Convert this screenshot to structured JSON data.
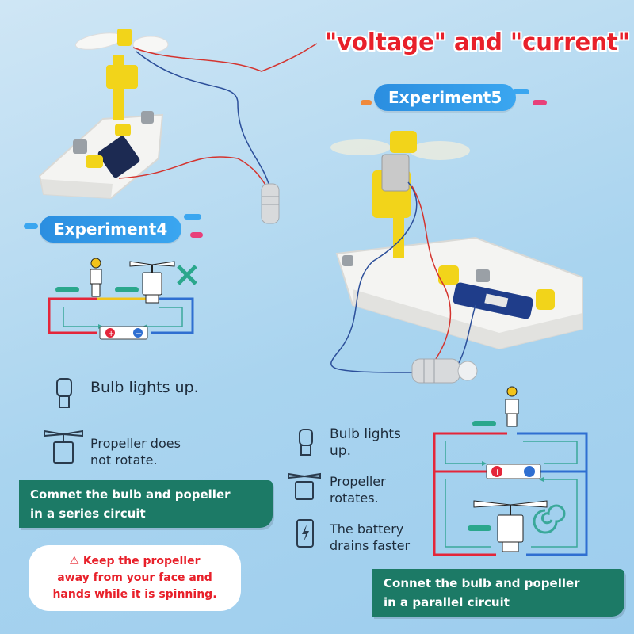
{
  "title": "\"voltage\" and \"current\"",
  "experiment5": {
    "label": "Experiment5"
  },
  "experiment4": {
    "label": "Experiment4"
  },
  "series_legend": {
    "bulb_text": "Bulb lights up.",
    "propeller_text_line1": "Propeller does",
    "propeller_text_line2": "not rotate."
  },
  "series_banner": {
    "line1": "Comnet the bulb and popeller",
    "line2": "in a series circuit"
  },
  "warning": {
    "line1": "Keep the propeller",
    "line2": "away from your face and",
    "line3": "hands while it is spinning."
  },
  "parallel_legend": {
    "bulb_text": "Bulb lights up.",
    "propeller_text": "Propeller rotates.",
    "battery_text_line1": "The battery",
    "battery_text_line2": "drains faster"
  },
  "parallel_banner": {
    "line1": "Connet the bulb and popeller",
    "line2": "in a parallel circuit"
  },
  "colors": {
    "red_wire": "#e4263a",
    "blue_wire": "#2f6fd1",
    "green_arrow": "#3aa89a",
    "banner": "#1c7a66",
    "pill": "#2b8ee0"
  },
  "icons": [
    "bulb-icon",
    "propeller-motor-icon",
    "battery-icon",
    "cross-icon",
    "warning-icon",
    "rotation-icon"
  ]
}
